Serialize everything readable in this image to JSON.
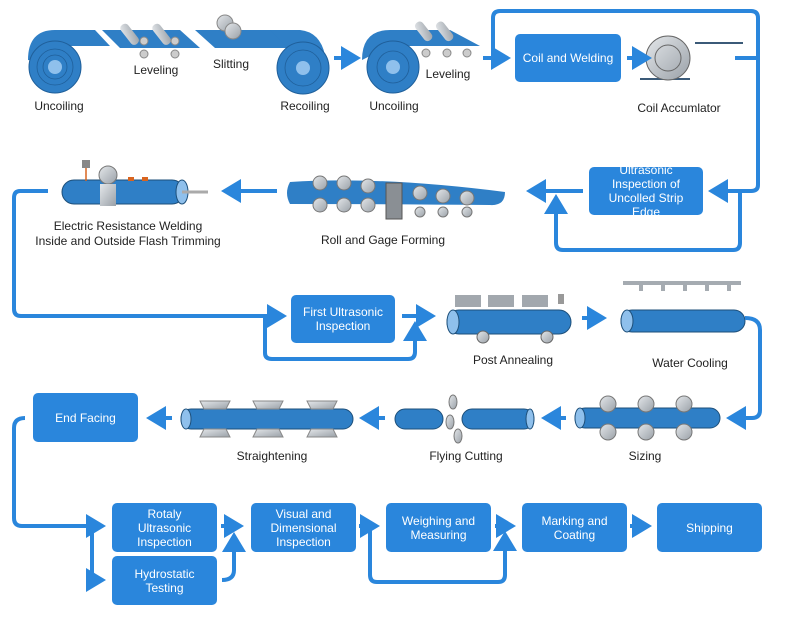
{
  "title": "ERW Steel Pipe Production Process Flow",
  "colors": {
    "arrow": "#2a86dc",
    "box": "#2a86dc",
    "steel": "#2f7fc6",
    "roller": "#b9bec4"
  },
  "stages": {
    "uncoiling_1": "Uncoiling",
    "leveling_1": "Leveling",
    "slitting": "Slitting",
    "recoiling": "Recoiling",
    "uncoiling_2": "Uncoiling",
    "leveling_2": "Leveling",
    "coil_accumulator": "Coil Accumlator",
    "roll_gage_forming": "Roll and Gage Forming",
    "erw": "Electric Resistance Welding\nInside and Outside Flash Trimming",
    "post_annealing": "Post Annealing",
    "water_cooling": "Water Cooling",
    "sizing": "Sizing",
    "flying_cutting": "Flying Cutting",
    "straightening": "Straightening"
  },
  "boxes": {
    "coil_welding": "Coil and Welding",
    "ultrasonic_strip_edge": "Ultrasonic\nInspection of\nUncolled Strip Edge",
    "first_ultrasonic": "First Ultrasonic\nInspection",
    "end_facing": "End Facing",
    "rotaly_ultrasonic": "Rotaly\nUltrasonic\nInspection",
    "hydrostatic": "Hydrostatic\nTesting",
    "visual_dimensional": "Visual and\nDimensional\nInspection",
    "weighing_measuring": "Weighing and\nMeasuring",
    "marking_coating": "Marking and\nCoating",
    "shipping": "Shipping"
  }
}
